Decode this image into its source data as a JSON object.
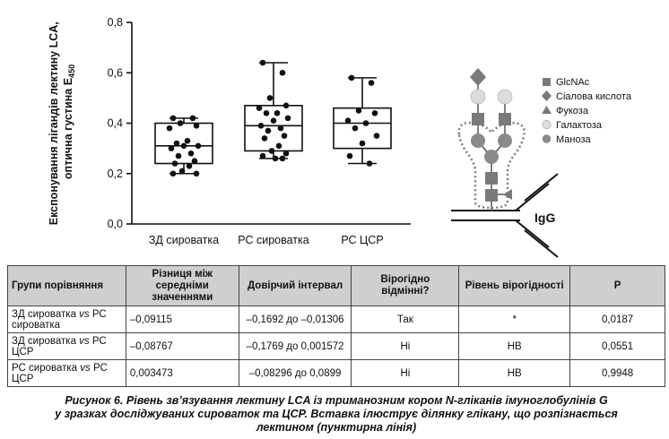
{
  "chart_data": {
    "type": "box",
    "ylabel_line1": "Експонування лігандів лектину LCA,",
    "ylabel_line2_main": "оптична густина E",
    "ylabel_line2_sub": "450",
    "ylim": [
      0,
      0.8
    ],
    "yticks": [
      "0,0",
      "0,2",
      "0,4",
      "0,6",
      "0,8"
    ],
    "ytick_values": [
      0,
      0.2,
      0.4,
      0.6,
      0.8
    ],
    "categories": [
      "ЗД сироватка",
      "РС сироватка",
      "РС ЦСР"
    ],
    "boxes": [
      {
        "min": 0.2,
        "q1": 0.24,
        "median": 0.31,
        "q3": 0.4,
        "max": 0.42,
        "points": [
          0.42,
          0.42,
          0.4,
          0.39,
          0.38,
          0.33,
          0.32,
          0.31,
          0.31,
          0.3,
          0.28,
          0.27,
          0.25,
          0.24,
          0.23,
          0.21,
          0.2,
          0.2
        ]
      },
      {
        "min": 0.26,
        "q1": 0.29,
        "median": 0.39,
        "q3": 0.47,
        "max": 0.64,
        "points": [
          0.64,
          0.6,
          0.5,
          0.47,
          0.46,
          0.44,
          0.44,
          0.42,
          0.41,
          0.39,
          0.38,
          0.37,
          0.35,
          0.34,
          0.31,
          0.29,
          0.28,
          0.27,
          0.26,
          0.26
        ]
      },
      {
        "min": 0.24,
        "q1": 0.3,
        "median": 0.4,
        "q3": 0.46,
        "max": 0.58,
        "points": [
          0.58,
          0.56,
          0.45,
          0.44,
          0.41,
          0.4,
          0.38,
          0.35,
          0.32,
          0.27,
          0.24
        ]
      }
    ]
  },
  "legend": {
    "items": [
      {
        "label": "GlcNAc",
        "shape": "square",
        "color": "#7a7a7a"
      },
      {
        "label": "Сіалова кислота",
        "shape": "diamond",
        "color": "#7a7a7a"
      },
      {
        "label": "Фукоза",
        "shape": "triangle",
        "color": "#7a7a7a"
      },
      {
        "label": "Галактоза",
        "shape": "circle",
        "color": "#dcdcdc"
      },
      {
        "label": "Маноза",
        "shape": "circle",
        "color": "#8a8a8a"
      }
    ]
  },
  "igg_label": "IgG",
  "table": {
    "headers": [
      "Групи порівняння",
      "Різниця між середніми значеннями",
      "Довірчий інтервал",
      "Вірогідно відмінні?",
      "Рівень вірогідності",
      "P"
    ],
    "rows": [
      {
        "group_pre": "ЗД сироватка ",
        "group_vs": "vs",
        "group_post": " РС сироватка",
        "diff": "–0,09115",
        "ci": "–0,1692 до –0,01306",
        "sig": "Так",
        "level": "*",
        "p": "0,0187"
      },
      {
        "group_pre": "ЗД сироватка ",
        "group_vs": "vs",
        "group_post": " РС ЦСР",
        "diff": "–0,08767",
        "ci": "–0,1769 до 0,001572",
        "sig": "Ні",
        "level": "НВ",
        "p": "0,0551"
      },
      {
        "group_pre": "РС сироватка ",
        "group_vs": "vs",
        "group_post": " РС ЦСР",
        "diff": "0,003473",
        "ci": "–0,08296 до 0,0899",
        "sig": "Ні",
        "level": "НВ",
        "p": "0,9948"
      }
    ]
  },
  "caption": {
    "line1": "Рисунок 6. Рівень зв’язування лектину LCA із триманозним кором N-гліканів імуноглобулінів G",
    "line2": "у зразках досліджуваних сироваток та ЦСР. Вставка ілюструє ділянку глікану, що розпізнається",
    "line3": "лектином (пунктирна лінія)"
  }
}
